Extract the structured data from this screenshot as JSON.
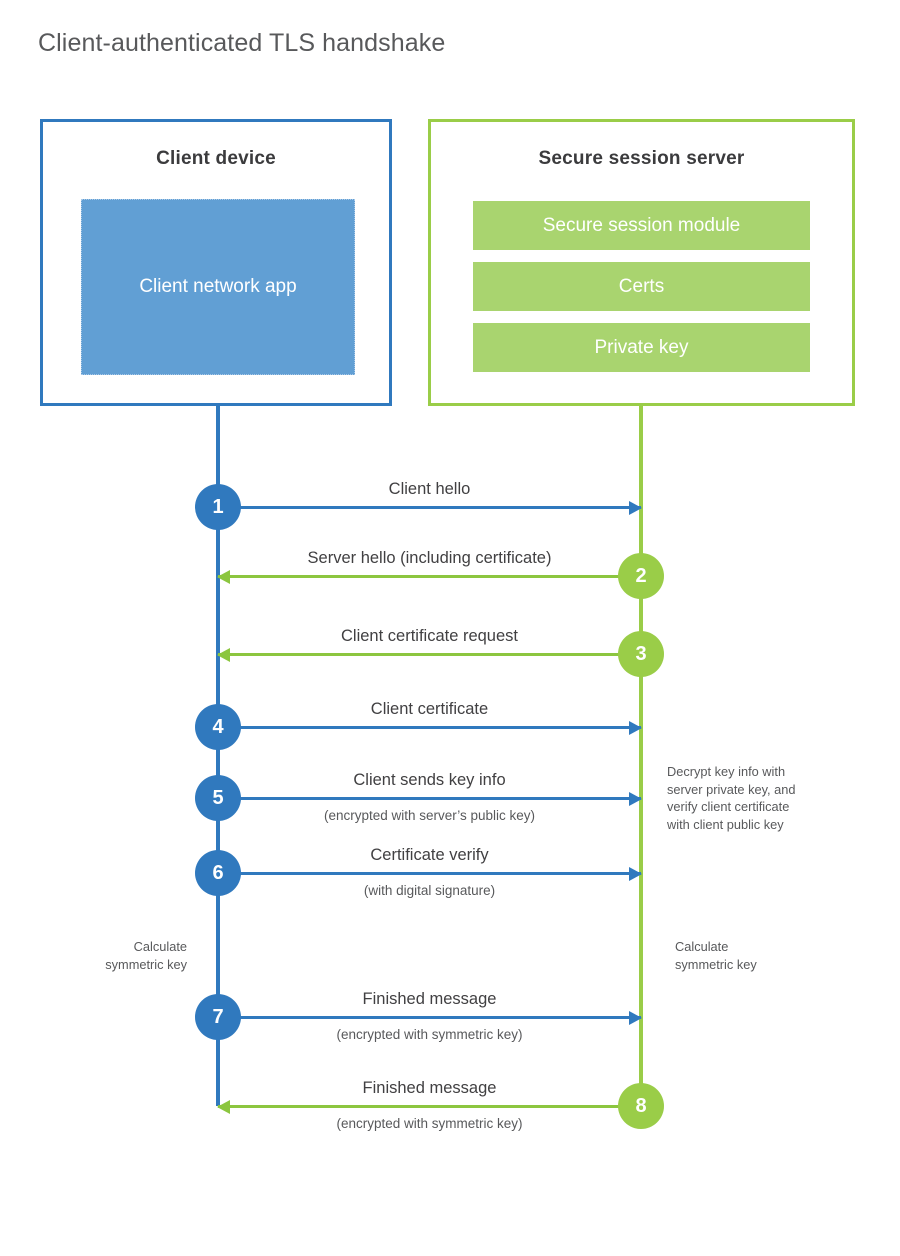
{
  "page": {
    "title": "Client-authenticated TLS handshake"
  },
  "colors": {
    "client_blue": "#3079be",
    "client_app_fill": "#619fd4",
    "server_green": "#9acd48",
    "server_module_fill": "#a9d46f",
    "arrow_green": "#8cc63f",
    "text_dark": "#414042",
    "text_muted": "#58595b",
    "background": "#ffffff"
  },
  "client": {
    "title": "Client device",
    "app_label": "Client network app"
  },
  "server": {
    "title": "Secure session server",
    "modules": [
      {
        "label": "Secure session module"
      },
      {
        "label": "Certs"
      },
      {
        "label": "Private key"
      }
    ]
  },
  "notes": {
    "server_decrypt": "Decrypt key info with\nserver private key, and\nverify client certificate\nwith client public key",
    "client_calculate": "Calculate\nsymmetric key",
    "server_calculate": "Calculate\nsymmetric key"
  },
  "messages": [
    {
      "step": "1",
      "label": "Client hello",
      "sublabel": "",
      "direction": "client-to-server",
      "color": "blue"
    },
    {
      "step": "2",
      "label": "Server hello (including certificate)",
      "sublabel": "",
      "direction": "server-to-client",
      "color": "green"
    },
    {
      "step": "3",
      "label": "Client certificate request",
      "sublabel": "",
      "direction": "server-to-client",
      "color": "green"
    },
    {
      "step": "4",
      "label": "Client certificate",
      "sublabel": "",
      "direction": "client-to-server",
      "color": "blue"
    },
    {
      "step": "5",
      "label": "Client sends key info",
      "sublabel": "(encrypted with server’s public key)",
      "direction": "client-to-server",
      "color": "blue"
    },
    {
      "step": "6",
      "label": "Certificate verify",
      "sublabel": "(with digital signature)",
      "direction": "client-to-server",
      "color": "blue"
    },
    {
      "step": "7",
      "label": "Finished message",
      "sublabel": "(encrypted with symmetric key)",
      "direction": "client-to-server",
      "color": "blue"
    },
    {
      "step": "8",
      "label": "Finished message",
      "sublabel": "(encrypted with symmetric key)",
      "direction": "server-to-client",
      "color": "green"
    }
  ]
}
